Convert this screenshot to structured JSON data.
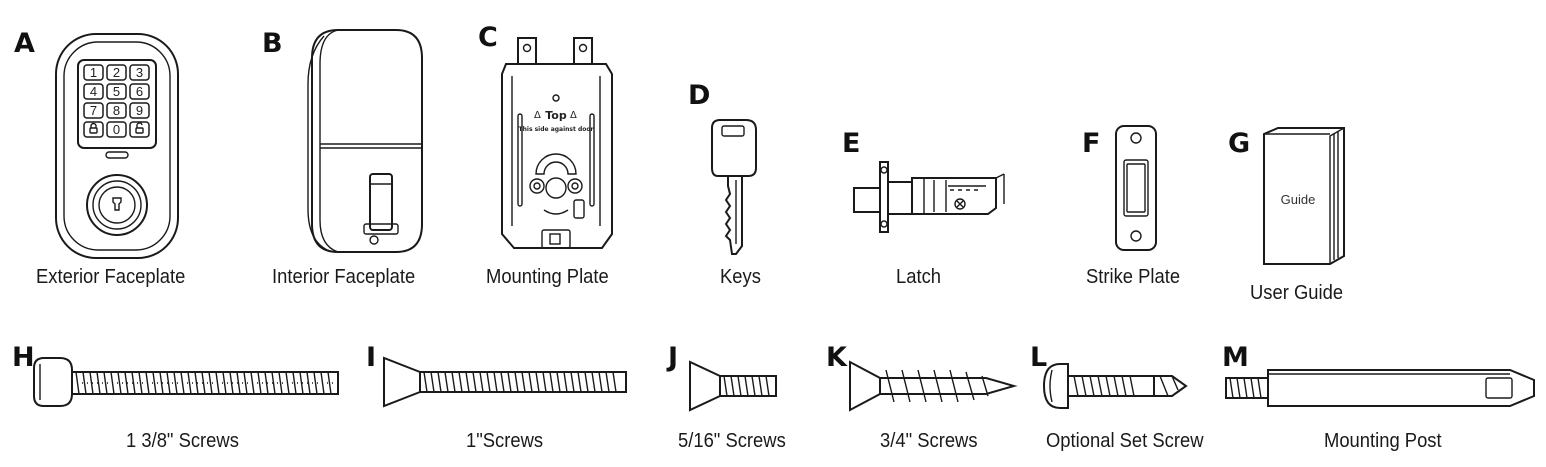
{
  "top_row": [
    {
      "letter": "A",
      "label": "Exterior Faceplate",
      "icon": "exterior-faceplate-icon"
    },
    {
      "letter": "B",
      "label": "Interior Faceplate",
      "icon": "interior-faceplate-icon"
    },
    {
      "letter": "C",
      "label": "Mounting Plate",
      "icon": "mounting-plate-icon"
    },
    {
      "letter": "D",
      "label": "Keys",
      "icon": "key-icon"
    },
    {
      "letter": "E",
      "label": "Latch",
      "icon": "latch-icon"
    },
    {
      "letter": "F",
      "label": "Strike Plate",
      "icon": "strike-plate-icon"
    },
    {
      "letter": "G",
      "label": "User Guide",
      "icon": "user-guide-icon"
    }
  ],
  "bottom_row": [
    {
      "letter": "H",
      "label": "1 3/8\" Screws",
      "icon": "long-machine-screw-icon"
    },
    {
      "letter": "I",
      "label": "1\"Screws",
      "icon": "flat-head-screw-icon"
    },
    {
      "letter": "J",
      "label": "5/16\" Screws",
      "icon": "short-flat-screw-icon"
    },
    {
      "letter": "K",
      "label": "3/4\" Screws",
      "icon": "wood-screw-icon"
    },
    {
      "letter": "L",
      "label": "Optional Set Screw",
      "icon": "self-drilling-screw-icon"
    },
    {
      "letter": "M",
      "label": "Mounting Post",
      "icon": "mounting-post-icon"
    }
  ],
  "keypad": {
    "keys": [
      "1",
      "2",
      "3",
      "4",
      "5",
      "6",
      "7",
      "8",
      "9",
      "0"
    ]
  },
  "mounting_plate_text": {
    "top": "Top",
    "note": "This side against door"
  },
  "guide_cover": "Guide"
}
